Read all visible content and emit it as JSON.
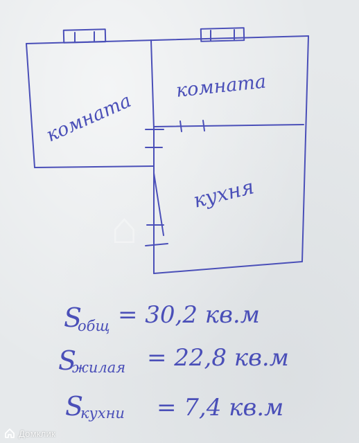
{
  "plan": {
    "room_left_label": "комната",
    "room_right_label": "комната",
    "kitchen_label": "кухня"
  },
  "areas": {
    "total": {
      "symbol": "S",
      "subscript": "общ",
      "value": "= 30,2 кв.м"
    },
    "living": {
      "symbol": "S",
      "subscript": "жилая",
      "value": "= 22,8 кв.м"
    },
    "kitchen": {
      "symbol": "S",
      "subscript": "кухни",
      "value": "= 7,4 кв.м"
    }
  },
  "watermark": {
    "logo_icon": "house-icon",
    "text": "Домклик"
  },
  "colors": {
    "ink": "#4a4fb8",
    "paper": "#e6e9eb"
  }
}
